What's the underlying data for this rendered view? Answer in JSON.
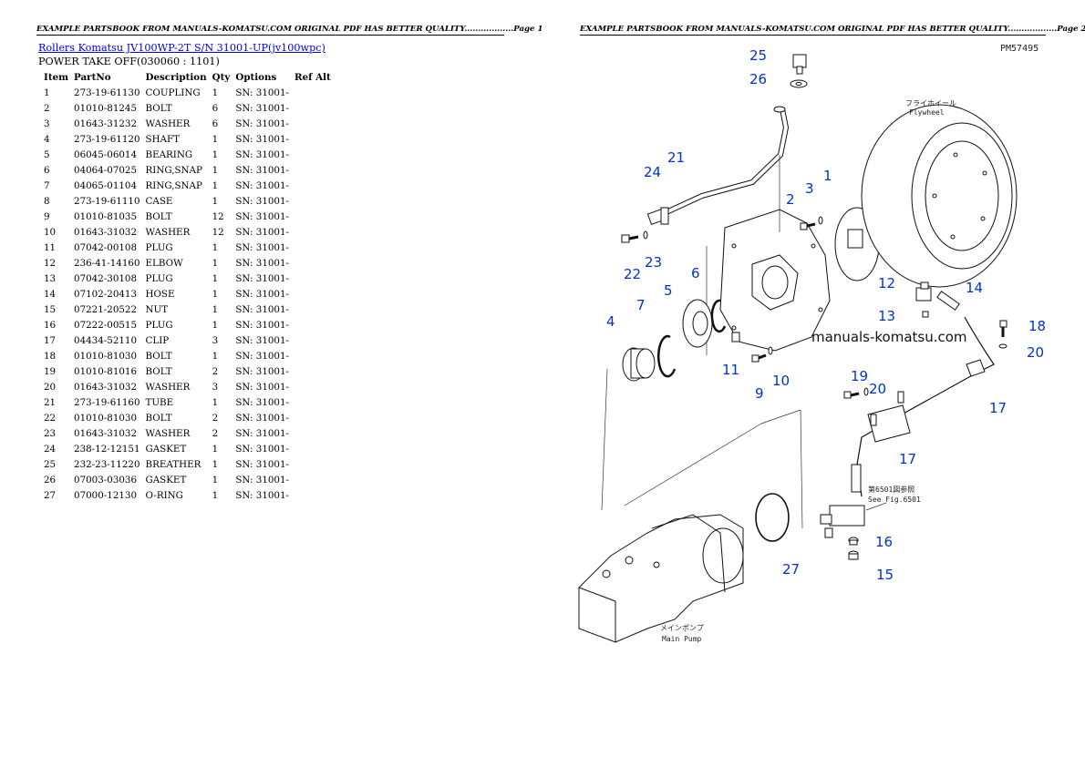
{
  "header": {
    "page1": "EXAMPLE PARTSBOOK FROM MANUALS-KOMATSU.COM ORIGINAL PDF HAS BETTER QUALITY..................Page 1",
    "page2": "EXAMPLE PARTSBOOK FROM MANUALS-KOMATSU.COM ORIGINAL PDF HAS BETTER QUALITY..................Page 2"
  },
  "title_link": "Rollers Komatsu JV100WP-2T S/N 31001-UP(jv100wpc)",
  "subtitle": "POWER TAKE OFF(030060 : 1101)",
  "table": {
    "headers": [
      "Item",
      "PartNo",
      "Description",
      "Qty",
      "Options",
      "Ref Alt"
    ],
    "rows": [
      [
        "1",
        "273-19-61130",
        "COUPLING",
        "1",
        "SN: 31001-",
        ""
      ],
      [
        "2",
        "01010-81245",
        "BOLT",
        "6",
        "SN: 31001-",
        ""
      ],
      [
        "3",
        "01643-31232",
        "WASHER",
        "6",
        "SN: 31001-",
        ""
      ],
      [
        "4",
        "273-19-61120",
        "SHAFT",
        "1",
        "SN: 31001-",
        ""
      ],
      [
        "5",
        "06045-06014",
        "BEARING",
        "1",
        "SN: 31001-",
        ""
      ],
      [
        "6",
        "04064-07025",
        "RING,SNAP",
        "1",
        "SN: 31001-",
        ""
      ],
      [
        "7",
        "04065-01104",
        "RING,SNAP",
        "1",
        "SN: 31001-",
        ""
      ],
      [
        "8",
        "273-19-61110",
        "CASE",
        "1",
        "SN: 31001-",
        ""
      ],
      [
        "9",
        "01010-81035",
        "BOLT",
        "12",
        "SN: 31001-",
        ""
      ],
      [
        "10",
        "01643-31032",
        "WASHER",
        "12",
        "SN: 31001-",
        ""
      ],
      [
        "11",
        "07042-00108",
        "PLUG",
        "1",
        "SN: 31001-",
        ""
      ],
      [
        "12",
        "236-41-14160",
        "ELBOW",
        "1",
        "SN: 31001-",
        ""
      ],
      [
        "13",
        "07042-30108",
        "PLUG",
        "1",
        "SN: 31001-",
        ""
      ],
      [
        "14",
        "07102-20413",
        "HOSE",
        "1",
        "SN: 31001-",
        ""
      ],
      [
        "15",
        "07221-20522",
        "NUT",
        "1",
        "SN: 31001-",
        ""
      ],
      [
        "16",
        "07222-00515",
        "PLUG",
        "1",
        "SN: 31001-",
        ""
      ],
      [
        "17",
        "04434-52110",
        "CLIP",
        "3",
        "SN: 31001-",
        ""
      ],
      [
        "18",
        "01010-81030",
        "BOLT",
        "1",
        "SN: 31001-",
        ""
      ],
      [
        "19",
        "01010-81016",
        "BOLT",
        "2",
        "SN: 31001-",
        ""
      ],
      [
        "20",
        "01643-31032",
        "WASHER",
        "3",
        "SN: 31001-",
        ""
      ],
      [
        "21",
        "273-19-61160",
        "TUBE",
        "1",
        "SN: 31001-",
        ""
      ],
      [
        "22",
        "01010-81030",
        "BOLT",
        "2",
        "SN: 31001-",
        ""
      ],
      [
        "23",
        "01643-31032",
        "WASHER",
        "2",
        "SN: 31001-",
        ""
      ],
      [
        "24",
        "238-12-12151",
        "GASKET",
        "1",
        "SN: 31001-",
        ""
      ],
      [
        "25",
        "232-23-11220",
        "BREATHER",
        "1",
        "SN: 31001-",
        ""
      ],
      [
        "26",
        "07003-03036",
        "GASKET",
        "1",
        "SN: 31001-",
        ""
      ],
      [
        "27",
        "07000-12130",
        "O-RING",
        "1",
        "SN: 31001-",
        ""
      ]
    ]
  },
  "diagram": {
    "code": "PM57495",
    "watermark": "manuals-komatsu.com",
    "callouts": [
      "25",
      "26",
      "21",
      "24",
      "1",
      "2",
      "3",
      "22",
      "23",
      "6",
      "5",
      "7",
      "4",
      "12",
      "14",
      "13",
      "18",
      "20",
      "11",
      "9",
      "10",
      "19",
      "20",
      "17",
      "17",
      "16",
      "15",
      "27"
    ],
    "labels": {
      "flywheel_jp": "フライホイール",
      "flywheel_en": "Flywheel",
      "see_fig_jp": "第6501図参照",
      "see_fig_en": "See Fig.6501",
      "pump_jp": "メインポンプ",
      "pump_en": "Main Pump"
    },
    "callout_color": "#0033cc"
  }
}
